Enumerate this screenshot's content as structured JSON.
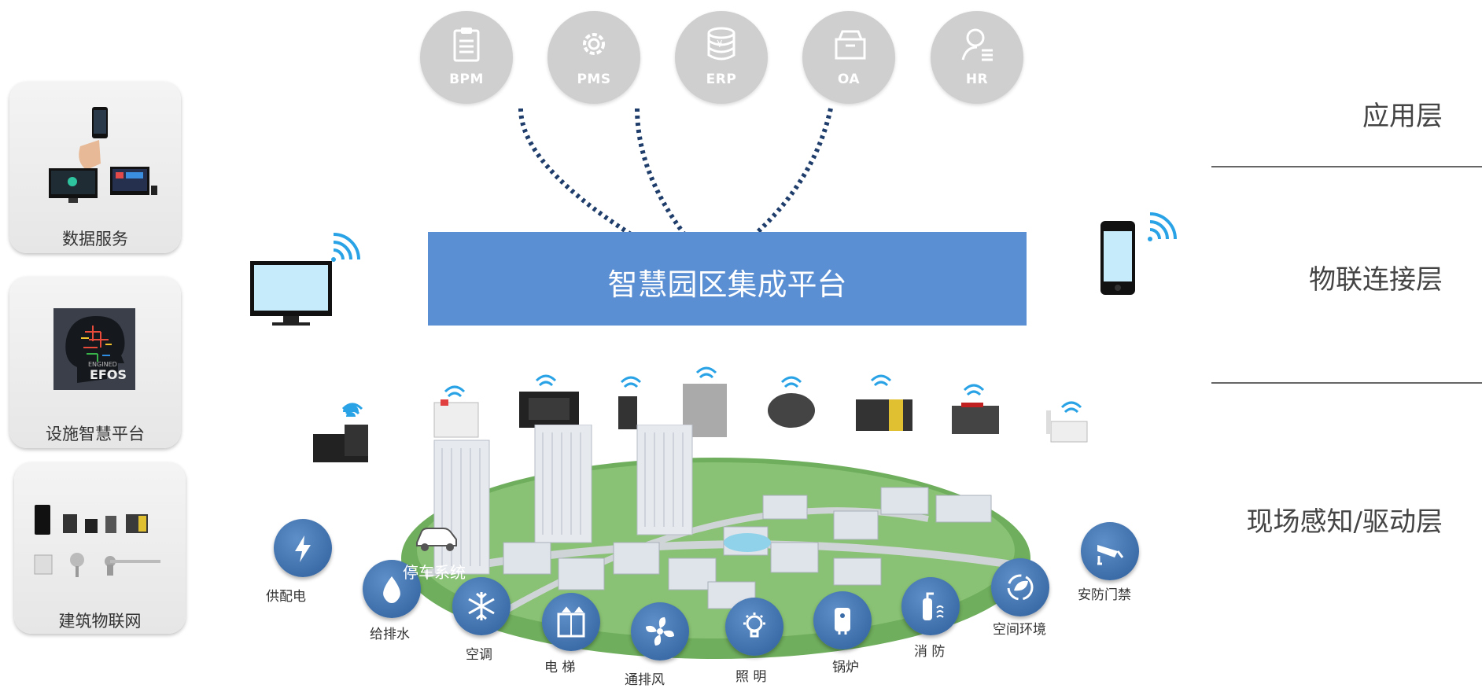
{
  "left_cards": {
    "data_service": "数据服务",
    "facility_platform": "设施智慧平台",
    "building_iot": "建筑物联网",
    "efos_brand": "EFOS",
    "efos_sub": "ENGINED"
  },
  "apps": [
    {
      "label": "BPM",
      "icon": "clipboard-icon"
    },
    {
      "label": "PMS",
      "icon": "gear-icon"
    },
    {
      "label": "ERP",
      "icon": "coin-stack-icon"
    },
    {
      "label": "OA",
      "icon": "inbox-icon"
    },
    {
      "label": "HR",
      "icon": "person-icon"
    }
  ],
  "layers": {
    "application": "应用层",
    "iot": "物联连接层",
    "field": "现场感知/驱动层"
  },
  "platform": {
    "title": "智慧园区集成平台"
  },
  "field_systems": {
    "power": "供配电",
    "water": "给排水",
    "parking": "停车系统",
    "hvac": "空调",
    "elevator": "电 梯",
    "ventilation": "通排风",
    "lighting": "照 明",
    "boiler": "锅炉",
    "fire": "消 防",
    "environment": "空间环境",
    "security": "安防门禁"
  },
  "colors": {
    "platform": "#5b8fd3",
    "icon_blue": "#3a6ca8",
    "app_grey": "#cfcfcf",
    "wifi": "#2aa3e6"
  }
}
